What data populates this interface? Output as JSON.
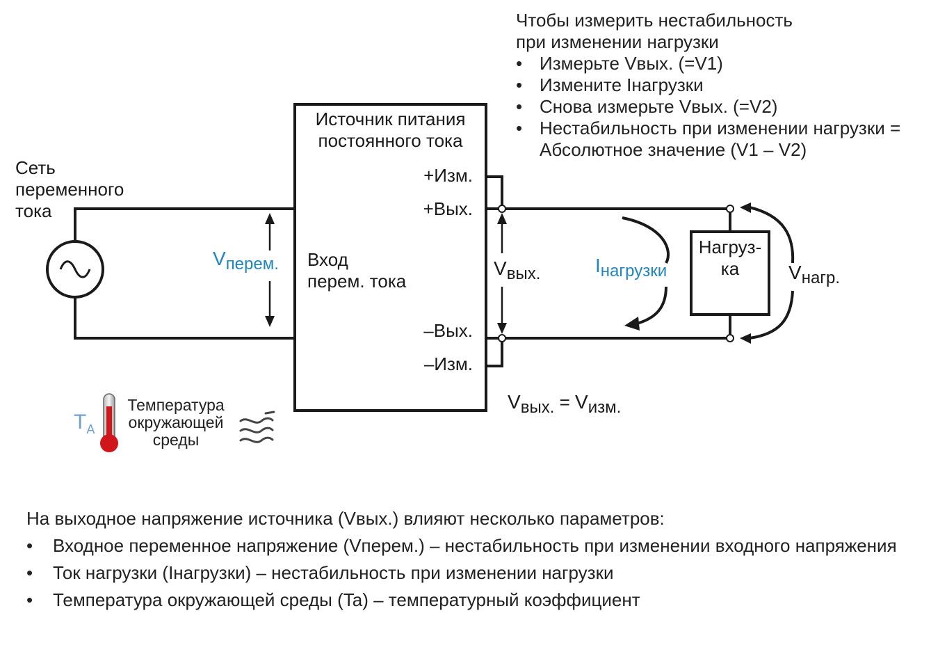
{
  "top_note": {
    "title_line1": "Чтобы измерить нестабильность",
    "title_line2": "при изменении нагрузки",
    "steps": [
      "Измерьте Vвых. (=V1)",
      "Измените Iнагрузки",
      "Снова измерьте Vвых. (=V2)"
    ],
    "step4_line1": "Нестабильность при изменении нагрузки =",
    "step4_line2": "Абсолютное значение (V1 – V2)"
  },
  "ac_source": {
    "label_line1": "Сеть",
    "label_line2": "переменного",
    "label_line3": "тока",
    "icon": "ac-sine-source-icon"
  },
  "v_ac": {
    "main": "V",
    "sub": "перем."
  },
  "psu": {
    "title_line1": "Источник питания",
    "title_line2": "постоянного тока",
    "input_line1": "Вход",
    "input_line2": "перем. тока",
    "terminals": {
      "sense_plus": "+Изм.",
      "out_plus": "+Вых.",
      "out_minus": "–Вых.",
      "sense_minus": "–Изм."
    }
  },
  "v_out": {
    "main": "V",
    "sub": "вых."
  },
  "i_load": {
    "main": "I",
    "sub": "нагрузки"
  },
  "load": {
    "line1": "Нагруз-",
    "line2": "ка"
  },
  "v_load": {
    "main": "V",
    "sub": "нагр."
  },
  "equation": {
    "v1": "V",
    "sub1": "вых.",
    "eq": " = ",
    "v2": "V",
    "sub2": "изм."
  },
  "ambient": {
    "ta_main": "T",
    "ta_sub": "A",
    "label_line1": "Температура",
    "label_line2": "окружающей",
    "label_line3": "среды",
    "icons": [
      "thermometer-icon",
      "air-flow-icon"
    ]
  },
  "bottom_note": {
    "intro": "На выходное напряжение источника (Vвых.) влияют несколько параметров:",
    "items": [
      "Входное переменное напряжение (Vперем.) – нестабильность при изменении входного напряжения",
      "Ток нагрузки (Iнагрузки) – нестабильность при изменении нагрузки",
      "Температура окружающей среды (Ta) – температурный коэффициент"
    ]
  },
  "colors": {
    "accent_blue": "#1f86c1",
    "line": "#1a1a1a",
    "thermo_red": "#d0151b"
  }
}
